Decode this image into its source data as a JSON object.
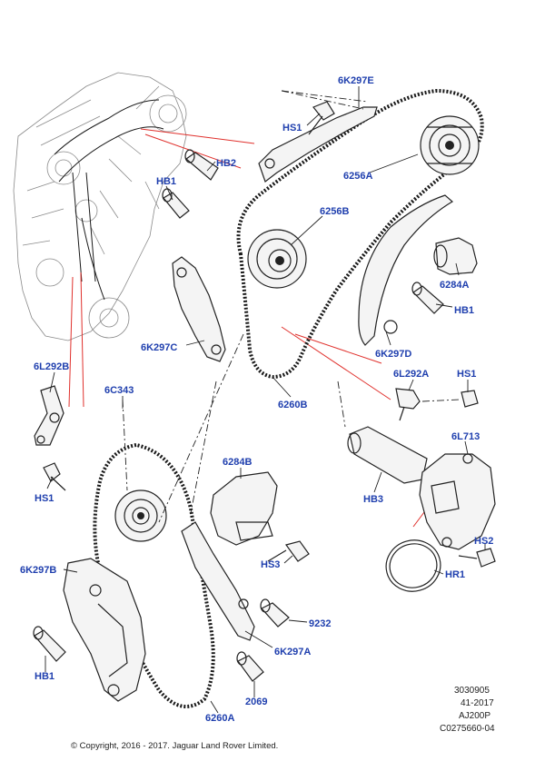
{
  "labels": {
    "l_6K297E": "6K297E",
    "l_HS1_top": "HS1",
    "l_HB2": "HB2",
    "l_6256A": "6256A",
    "l_HB1_a": "HB1",
    "l_6256B": "6256B",
    "l_6284A": "6284A",
    "l_HB1_b": "HB1",
    "l_6K297C": "6K297C",
    "l_6K297D": "6K297D",
    "l_6L292B": "6L292B",
    "l_6L292A": "6L292A",
    "l_HS1_right": "HS1",
    "l_6C343": "6C343",
    "l_6260B": "6260B",
    "l_6L713": "6L713",
    "l_HS1_left": "HS1",
    "l_6284B": "6284B",
    "l_HB3": "HB3",
    "l_HS2": "HS2",
    "l_6K297B": "6K297B",
    "l_HS3": "HS3",
    "l_HR1": "HR1",
    "l_9232": "9232",
    "l_6K297A": "6K297A",
    "l_HB1_c": "HB1",
    "l_2069": "2069",
    "l_6260A": "6260A"
  },
  "meta": {
    "line1": "3030905",
    "line2": "41-2017",
    "line3": "AJ200P",
    "line4": "C0275660-04"
  },
  "copyright": "© Copyright, 2016 - 2017. Jaguar Land Rover Limited."
}
